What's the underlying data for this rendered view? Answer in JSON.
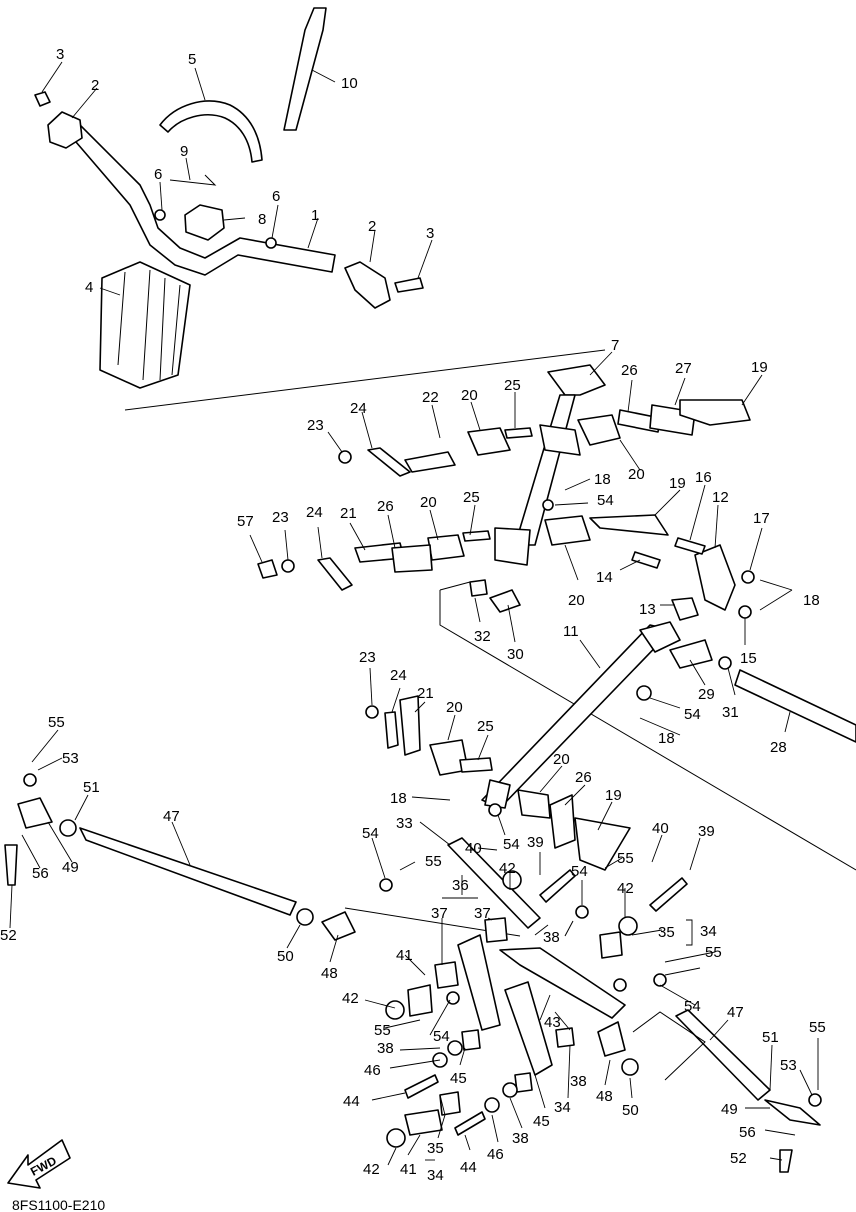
{
  "drawing_code": "8FS1100-E210",
  "fwd_label": "FWD",
  "callouts": [
    "1",
    "2",
    "2",
    "3",
    "3",
    "4",
    "5",
    "6",
    "6",
    "7",
    "8",
    "9",
    "10",
    "11",
    "12",
    "13",
    "14",
    "15",
    "16",
    "17",
    "18",
    "18",
    "18",
    "18",
    "19",
    "19",
    "19",
    "20",
    "20",
    "20",
    "20",
    "20",
    "20",
    "21",
    "21",
    "22",
    "23",
    "23",
    "23",
    "24",
    "24",
    "24",
    "25",
    "25",
    "25",
    "26",
    "26",
    "26",
    "27",
    "28",
    "29",
    "30",
    "31",
    "32",
    "33",
    "34",
    "34",
    "34",
    "35",
    "35",
    "36",
    "37",
    "37",
    "38",
    "38",
    "38",
    "38",
    "39",
    "39",
    "40",
    "40",
    "41",
    "41",
    "42",
    "42",
    "42",
    "42",
    "43",
    "44",
    "44",
    "45",
    "45",
    "46",
    "46",
    "47",
    "47",
    "48",
    "48",
    "49",
    "49",
    "50",
    "50",
    "51",
    "51",
    "52",
    "52",
    "53",
    "53",
    "54",
    "54",
    "54",
    "54",
    "54",
    "54",
    "54",
    "55",
    "55",
    "55",
    "55",
    "55",
    "55",
    "56",
    "56",
    "57"
  ]
}
